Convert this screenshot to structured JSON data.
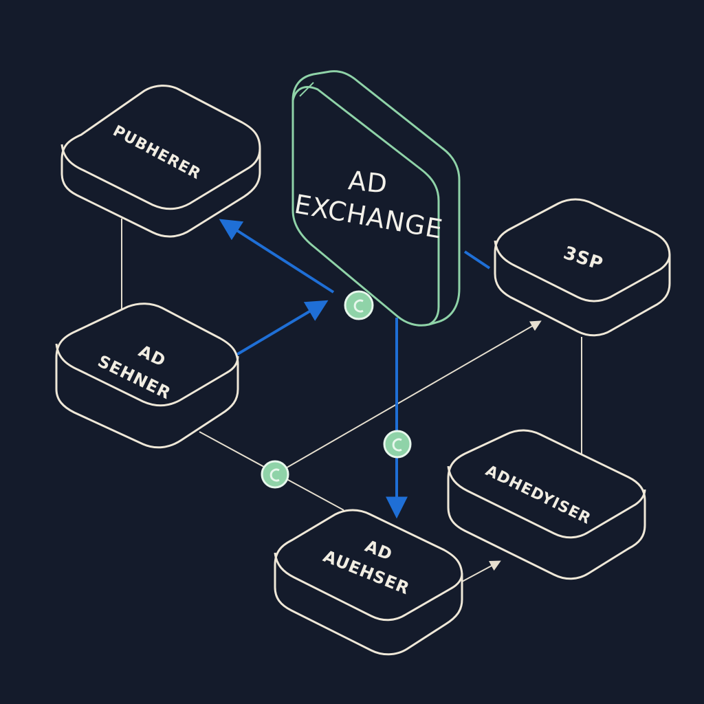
{
  "colors": {
    "background": "#141b2b",
    "node_fill": "#141b2b",
    "node_stroke": "#efe8d8",
    "exchange_stroke": "#8fd3a8",
    "blue_arrow": "#1f6fd6",
    "connector": "#e6dfcf",
    "dot_fill": "#8fd3a8",
    "dot_stroke": "#e7f7ec"
  },
  "nodes": {
    "publisher": {
      "line1": "PUBHERER"
    },
    "ad_server": {
      "line1": "AD",
      "line2": "SEHNER"
    },
    "ad_exchange": {
      "line1": "AD",
      "line2": "EXCHANGE"
    },
    "dsp": {
      "line1": "3SP"
    },
    "ad_network": {
      "line1": "AD",
      "line2": "AUEHSER"
    },
    "advertiser": {
      "line1": "ADHEDYISER"
    }
  },
  "icons": {
    "exchange_dot": "green-dot-icon",
    "mid_dot": "green-dot-icon",
    "left_dot": "green-dot-icon"
  }
}
